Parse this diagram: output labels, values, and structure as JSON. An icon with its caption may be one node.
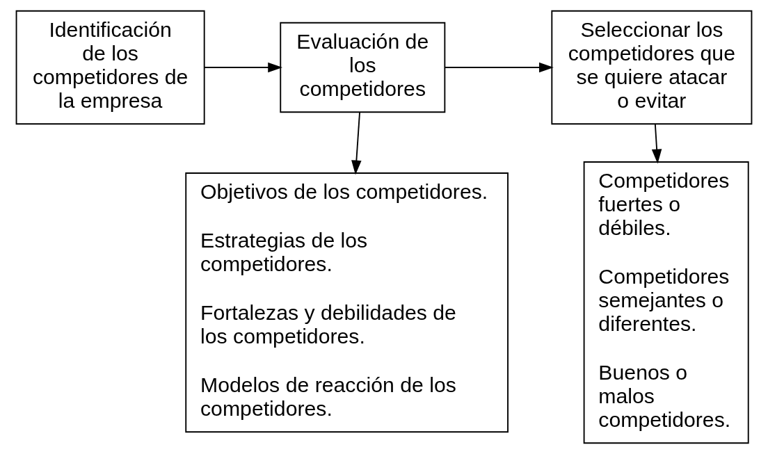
{
  "diagram": {
    "nodes": [
      {
        "text": [
          "Identificación de los competidores de la empresa"
        ]
      },
      {
        "text": [
          "Evaluación de los competidores"
        ]
      },
      {
        "text": [
          "Seleccionar los competidores que se quiere atacar o evitar"
        ]
      },
      {
        "text": [
          "Objetivos de los competidores.",
          "Estrategias de los competidores.",
          "Fortalezas y debilidades de los competidores.",
          "Modelos de reacción de los competidores."
        ]
      },
      {
        "text": [
          "Competidores fuertes o débiles.",
          "Competidores semejantes o diferentes.",
          "Buenos o malos competidores."
        ]
      }
    ],
    "edges": [
      {
        "from": 0,
        "to": 1,
        "arrow": "to"
      },
      {
        "from": 1,
        "to": 2,
        "arrow": "to"
      },
      {
        "from": 1,
        "to": 3,
        "arrow": "to"
      },
      {
        "from": 2,
        "to": 4,
        "arrow": "to"
      }
    ]
  }
}
